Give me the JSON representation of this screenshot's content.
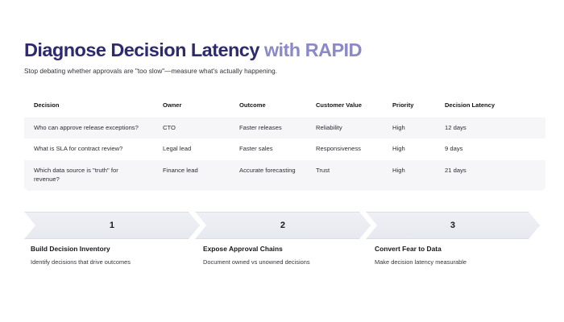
{
  "header": {
    "title_main": "Diagnose Decision Latency ",
    "title_accent": "with RAPID",
    "subtitle": "Stop debating whether approvals are \"too slow\"—measure what's actually happening."
  },
  "table": {
    "columns": [
      "Decision",
      "Owner",
      "Outcome",
      "Customer Value",
      "Priority",
      "Decision Latency"
    ],
    "rows": [
      {
        "decision": "Who can approve release exceptions?",
        "owner": "CTO",
        "outcome": "Faster releases",
        "customer_value": "Reliability",
        "priority": "High",
        "decision_latency": "12 days"
      },
      {
        "decision": "What is SLA for contract review?",
        "owner": "Legal lead",
        "outcome": "Faster sales",
        "customer_value": "Responsiveness",
        "priority": "High",
        "decision_latency": "9 days"
      },
      {
        "decision": "Which data source is \"truth\" for revenue?",
        "owner": "Finance lead",
        "outcome": "Accurate forecasting",
        "customer_value": "Trust",
        "priority": "High",
        "decision_latency": "21 days"
      }
    ]
  },
  "steps": [
    {
      "number": "1",
      "title": "Build Decision Inventory",
      "description": "Identify decisions that drive outcomes"
    },
    {
      "number": "2",
      "title": "Expose Approval Chains",
      "description": "Document owned vs unowned decisions"
    },
    {
      "number": "3",
      "title": "Convert Fear to Data",
      "description": "Make decision latency measurable"
    }
  ],
  "colors": {
    "heading_main": "#2e2a6d",
    "heading_accent": "#8b8ac6",
    "row_alt_bg": "#f6f6f8",
    "chevron_fill": "#eef0f5",
    "chevron_border": "#dcdee7",
    "page_bg": "#ffffff"
  }
}
